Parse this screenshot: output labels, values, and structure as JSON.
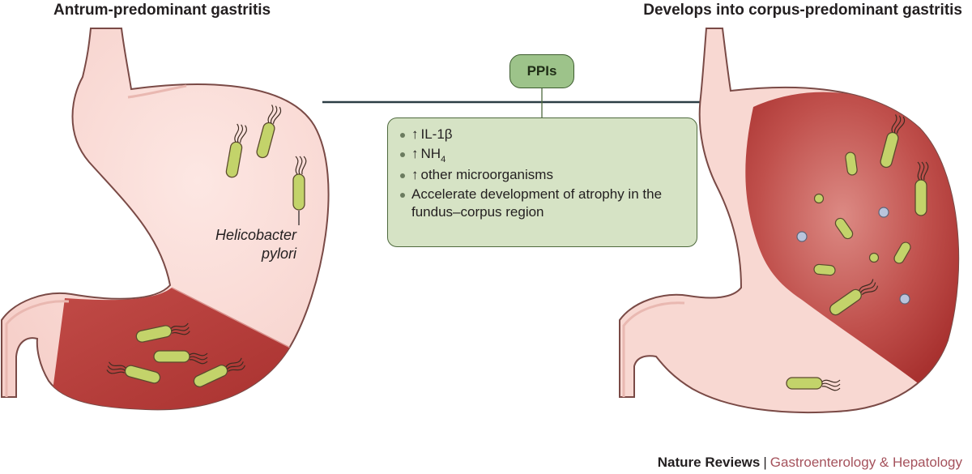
{
  "left_panel": {
    "title": "Antrum-predominant gastritis",
    "bacterium_label": [
      "Helicobacter",
      "pylori"
    ]
  },
  "right_panel": {
    "title": "Develops into corpus-predominant gastritis"
  },
  "center": {
    "badge": "PPIs",
    "effects": [
      {
        "arrow": "↑",
        "text": "IL-1β"
      },
      {
        "arrow": "↑",
        "text": "NH",
        "subscript": "4"
      },
      {
        "arrow": "↑",
        "text": "other microorganisms"
      },
      {
        "arrow": "",
        "text": "Accelerate development of atrophy in the fundus–corpus region"
      }
    ]
  },
  "footer": {
    "brand": "Nature Reviews",
    "separator": "|",
    "journal": "Gastroenterology & Hepatology"
  },
  "colors": {
    "stomach_fill": "#f8d8d2",
    "stomach_outline": "#7a4a46",
    "inflamed": "#b43a3a",
    "bacterium": "#c3d36a",
    "badge": "#9dc38a",
    "box": "#d6e3c5",
    "journal_text": "#a5525c"
  }
}
